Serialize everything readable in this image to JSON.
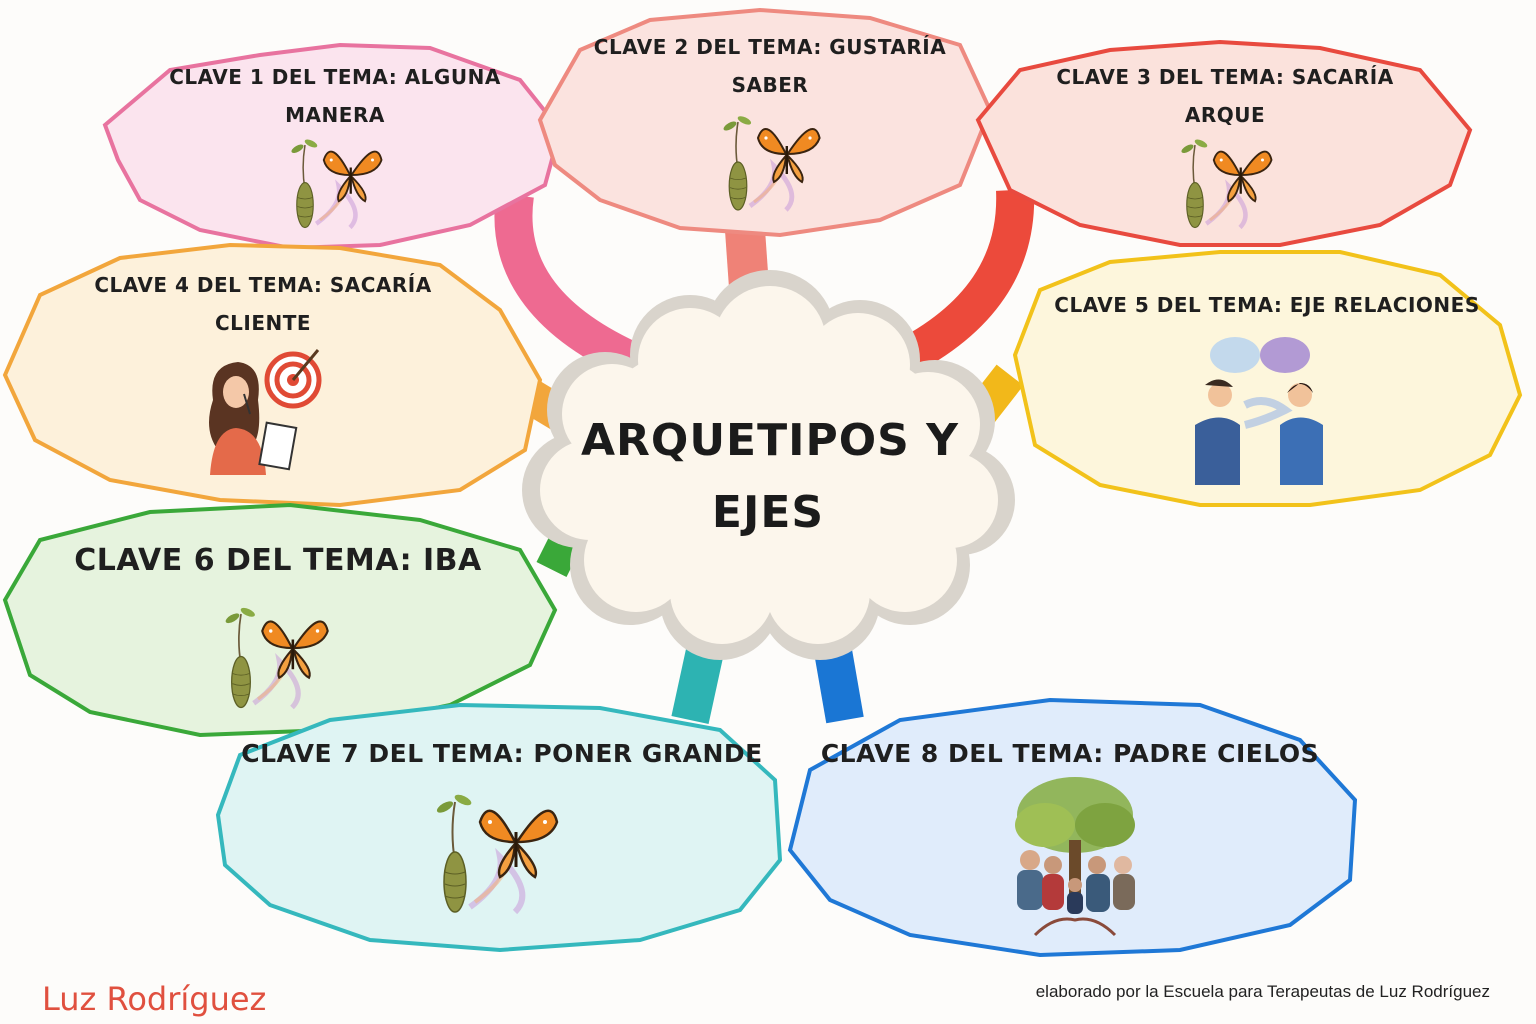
{
  "center": {
    "line1": "ARQUETIPOS Y",
    "line2": "EJES"
  },
  "nodes": [
    {
      "line1": "CLAVE 1 DEL TEMA: ALGUNA",
      "line2": "MANERA",
      "color": "#e8739f",
      "fill": "#fbe4ee",
      "icon": "butterfly-chrysalis-icon"
    },
    {
      "line1": "CLAVE 2 DEL TEMA: GUSTARÍA",
      "line2": "SABER",
      "color": "#ee8a80",
      "fill": "#fbe3df",
      "icon": "butterfly-chrysalis-icon"
    },
    {
      "line1": "CLAVE 3 DEL TEMA: SACARÍA",
      "line2": "ARQUE",
      "color": "#e84a3f",
      "fill": "#fbe2dc",
      "icon": "butterfly-chrysalis-icon"
    },
    {
      "line1": "CLAVE 4 DEL TEMA: SACARÍA",
      "line2": "CLIENTE",
      "color": "#f2a63c",
      "fill": "#fdf1db",
      "icon": "woman-target-icon"
    },
    {
      "line1": "CLAVE 5 DEL TEMA: EJE RELACIONES",
      "line2": "",
      "color": "#f2c21a",
      "fill": "#fdf6dc",
      "icon": "conversation-icon"
    },
    {
      "line1": "CLAVE 6 DEL TEMA: IBA",
      "line2": "",
      "color": "#3aa839",
      "fill": "#e6f3de",
      "icon": "butterfly-chrysalis-icon"
    },
    {
      "line1": "CLAVE 7 DEL TEMA: PONER GRANDE",
      "line2": "",
      "color": "#35b8bd",
      "fill": "#dff4f3",
      "icon": "butterfly-chrysalis-icon"
    },
    {
      "line1": "CLAVE 8 DEL TEMA: PADRE CIELOS",
      "line2": "",
      "color": "#1f78d6",
      "fill": "#e0ecfb",
      "icon": "family-tree-icon"
    }
  ],
  "footer": {
    "author": "Luz Rodríguez",
    "credit": "elaborado por la Escuela para Terapeutas de Luz Rodríguez"
  }
}
